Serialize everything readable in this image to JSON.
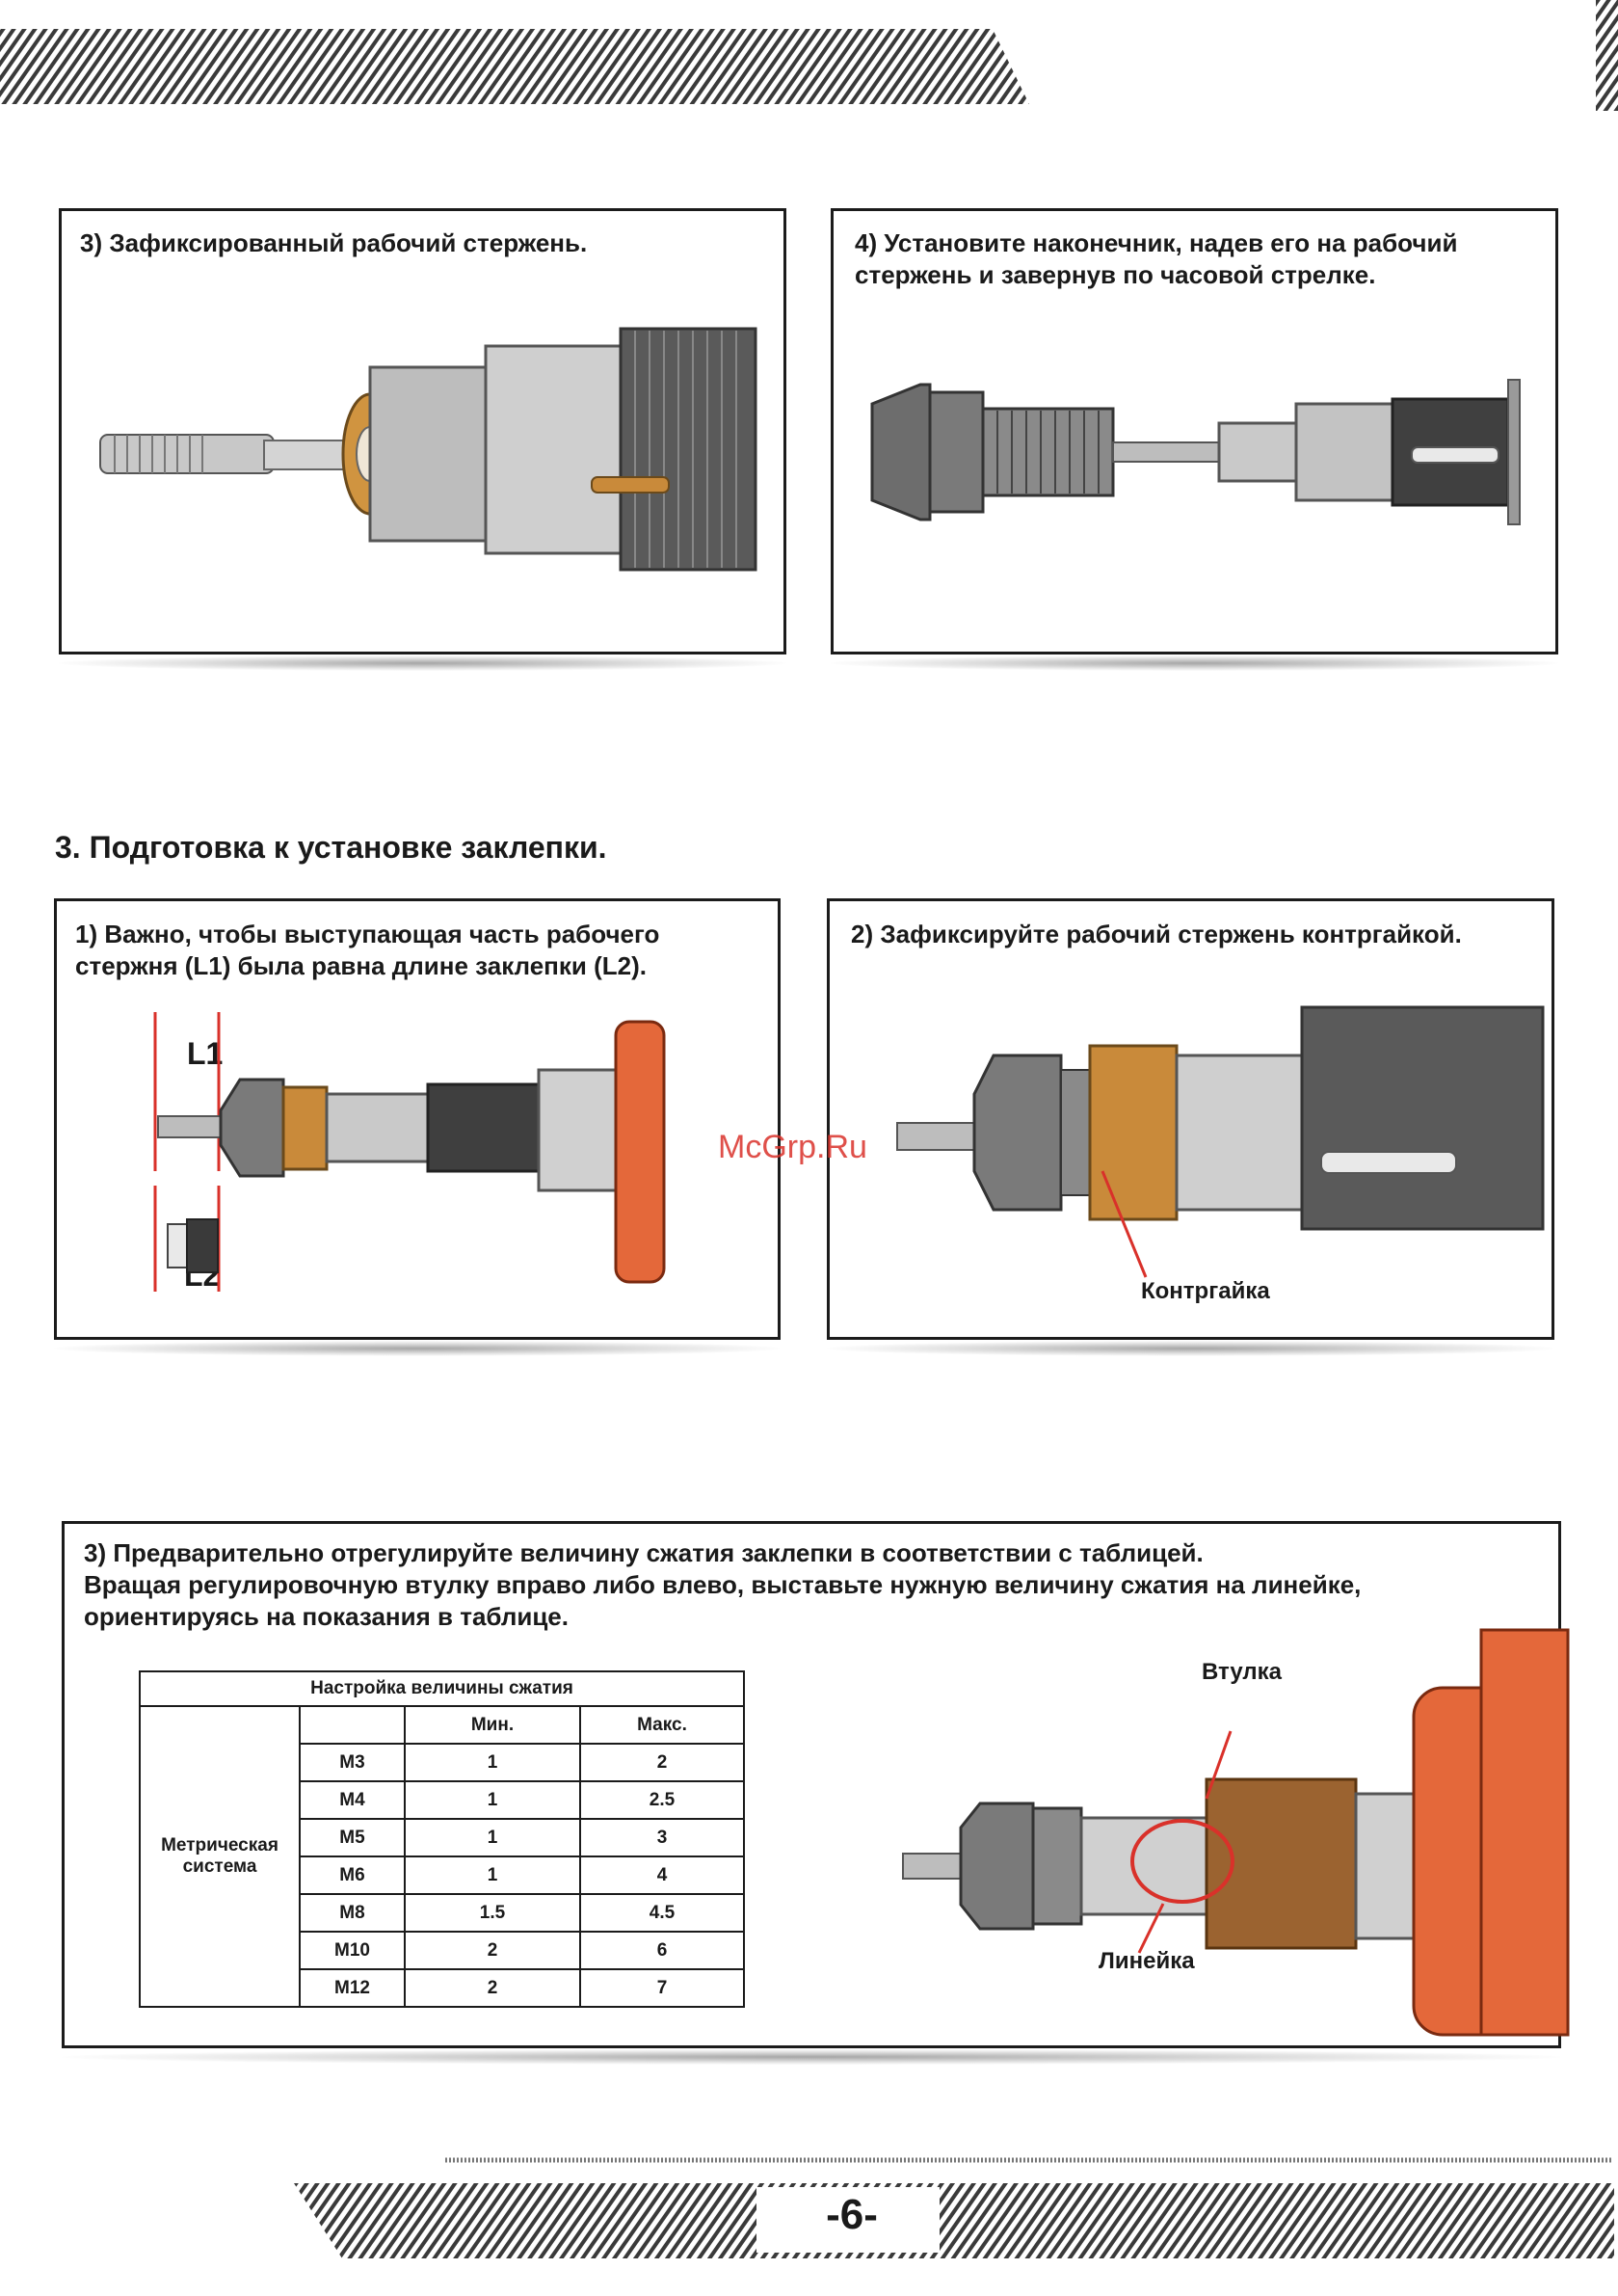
{
  "step3_fixed": {
    "caption": "3) Зафиксированный рабочий стержень."
  },
  "step4_install": {
    "caption": "4) Установите наконечник, надев его на рабочий стержень и завернув по часовой стрелке."
  },
  "section": {
    "title": "3. Подготовка к установке заклепки."
  },
  "prep1": {
    "caption": "1) Важно, чтобы выступающая часть рабочего стержня (L1) была равна длине заклепки (L2).",
    "label_l1": "L1",
    "label_l2": "L2"
  },
  "prep2": {
    "caption": "2) Зафиксируйте рабочий стержень контргайкой.",
    "label_locknut": "Контргайка"
  },
  "watermark": "McGrp.Ru",
  "prep3": {
    "caption_line1": "3) Предварительно отрегулируйте величину сжатия заклепки в соответствии с таблицей.",
    "caption_line2": "Вращая регулировочную втулку вправо либо влево, выставьте нужную величину сжатия на линейке,",
    "caption_line3": "ориентируясь на показания в таблице.",
    "label_sleeve": "Втулка",
    "label_ruler": "Линейка",
    "table": {
      "title": "Настройка величины сжатия",
      "col_min": "Мин.",
      "col_max": "Макс.",
      "group": "Метрическая система",
      "rows": [
        {
          "size": "M3",
          "min": "1",
          "max": "2"
        },
        {
          "size": "M4",
          "min": "1",
          "max": "2.5"
        },
        {
          "size": "M5",
          "min": "1",
          "max": "3"
        },
        {
          "size": "M6",
          "min": "1",
          "max": "4"
        },
        {
          "size": "M8",
          "min": "1.5",
          "max": "4.5"
        },
        {
          "size": "M10",
          "min": "2",
          "max": "6"
        },
        {
          "size": "M12",
          "min": "2",
          "max": "7"
        }
      ]
    }
  },
  "footer": {
    "page_number": "-6-"
  },
  "colors": {
    "accent_red": "#d9312a",
    "brass": "#c98a3a",
    "steel": "#b9b9b9",
    "orange_body": "#e4683a"
  }
}
